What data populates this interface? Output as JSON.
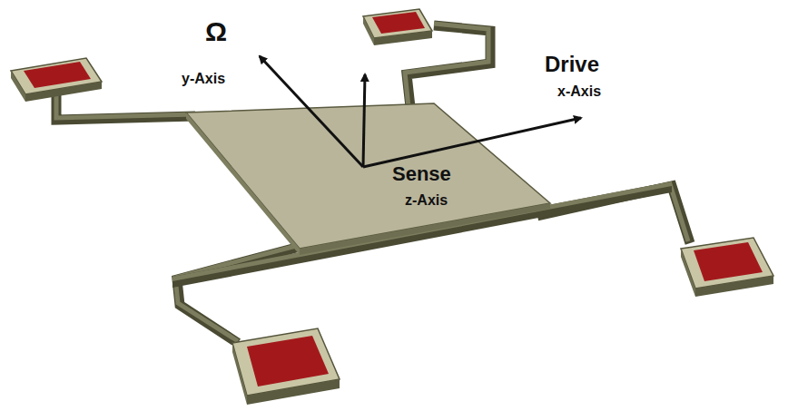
{
  "diagram": {
    "labels": [
      "Ω",
      "y-Axis",
      "Drive",
      "x-Axis",
      "Sense",
      "z-Axis"
    ]
  }
}
